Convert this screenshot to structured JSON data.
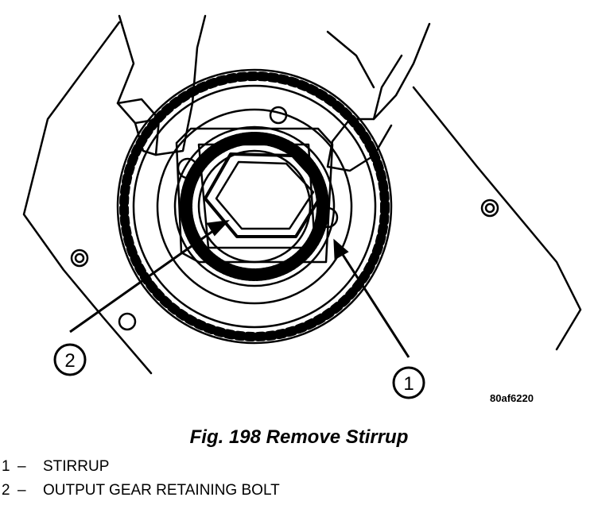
{
  "figure": {
    "code": "80af6220",
    "caption": "Fig. 198 Remove Stirrup",
    "callouts": [
      {
        "number": "1",
        "dash": "–",
        "label": "STIRRUP"
      },
      {
        "number": "2",
        "dash": "–",
        "label": "OUTPUT GEAR RETAINING BOLT"
      }
    ]
  }
}
